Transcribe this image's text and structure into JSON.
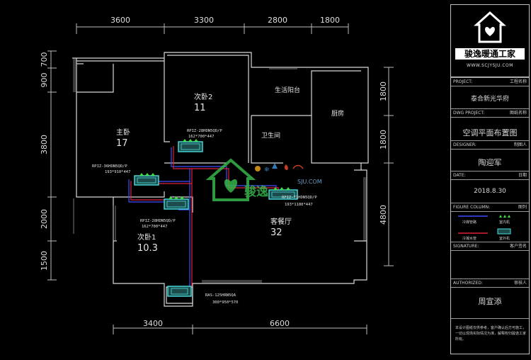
{
  "dimensions": {
    "top": [
      "3600",
      "3300",
      "2800",
      "1800"
    ],
    "bottom": [
      "3400",
      "6600"
    ],
    "left": [
      "700",
      "900",
      "3800",
      "2000",
      "1500"
    ],
    "right": [
      "1800",
      "1800",
      "4800"
    ]
  },
  "rooms": {
    "master": {
      "name": "主卧",
      "area": "17"
    },
    "second2": {
      "name": "次卧2",
      "area": "11"
    },
    "second1": {
      "name": "次卧1",
      "area": "10.3"
    },
    "living": {
      "name": "客餐厅",
      "area": "32"
    },
    "balcony": {
      "name": "生活阳台",
      "area": ""
    },
    "bath": {
      "name": "卫生间",
      "area": ""
    },
    "kitchen": {
      "name": "厨房",
      "area": ""
    }
  },
  "units": [
    {
      "model": "RPIZ-28HDN5QD/P",
      "size": "162*700*447"
    },
    {
      "model": "RPIZ-36HDN5QD/P",
      "size": "193*910*447"
    },
    {
      "model": "RPIZ-28HDN5QD/P",
      "size": "162*700*447"
    },
    {
      "model": "RPIZ-71HDN5QD/P",
      "size": "193*1180*447"
    }
  ],
  "outdoor": {
    "model": "RAS-125HRN5QA",
    "size": "300*950*570"
  },
  "watermark": {
    "brand": "骏逸",
    "url": "SJU.COM"
  },
  "logo": {
    "name": "骏逸暖通工家",
    "url": "WWW.SCJYSJU.COM"
  },
  "panel": {
    "project_label": "PROJECT:",
    "project_cn": "工程名称",
    "project_value": "泰合新光华府",
    "dwg_label": "DWG PROJECT:",
    "dwg_cn": "图纸名称",
    "dwg_value": "空调平面布置图",
    "designer_label": "DESIGNER:",
    "designer_cn": "制图人",
    "designer_value": "陶迎军",
    "date_label": "DATE:",
    "date_cn": "日期",
    "date_value": "2018.8.30",
    "figure_label": "FIGURE COLUMN:",
    "figure_cn": "图列",
    "legend_pipe": "冷媒管路",
    "legend_unit": "室内机",
    "legend_drain": "冷凝水管",
    "legend_outdoor": "室外机",
    "sign_label": "SIGNATURE:",
    "sign_cn": "客户签名",
    "auth_label": "AUTHORIZED:",
    "auth_cn": "审核人",
    "auth_value": "周宣添",
    "note": "本设计图纸仅供参考，客户确认后方可施工，一切以现场实际情况为准，解释权归骏逸工家所有。"
  }
}
